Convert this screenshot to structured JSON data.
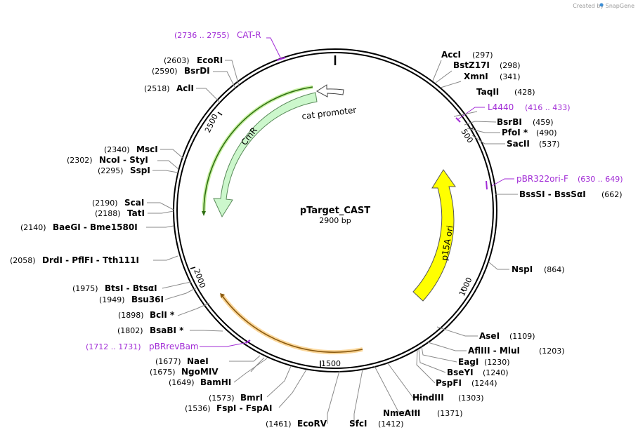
{
  "credit": "Created by SnapGene",
  "plasmid": {
    "name": "pTarget_CAST",
    "size": "2900 bp"
  },
  "ticks": [
    "500",
    "1000",
    "1500",
    "2000",
    "2500"
  ],
  "features": {
    "cat_promoter": "cat promoter",
    "cmr": "CmR",
    "p15a": "p15A ori"
  },
  "labels": [
    {
      "pos": "(297)",
      "name": "AccI"
    },
    {
      "pos": "(298)",
      "name": "BstZ17I"
    },
    {
      "pos": "(341)",
      "name": "XmnI"
    },
    {
      "pos": "(428)",
      "name": "TaqII"
    },
    {
      "pos": "(459)",
      "name": "BsrBI"
    },
    {
      "pos": "(490)",
      "name": "PfoI *"
    },
    {
      "pos": "(537)",
      "name": "SacII"
    },
    {
      "pos": "(662)",
      "name": "BssSI  -  BssSαI"
    },
    {
      "pos": "(864)",
      "name": "NspI"
    },
    {
      "pos": "(1109)",
      "name": "AseI"
    },
    {
      "pos": "(1203)",
      "name": "AflIII  -  MluI"
    },
    {
      "pos": "(1230)",
      "name": "EagI"
    },
    {
      "pos": "(1240)",
      "name": "BseYI"
    },
    {
      "pos": "(1244)",
      "name": "PspFI"
    },
    {
      "pos": "(1303)",
      "name": "HindIII"
    },
    {
      "pos": "(1371)",
      "name": "NmeAIII"
    },
    {
      "pos": "(1412)",
      "name": "SfcI"
    },
    {
      "pos": "(1461)",
      "name": "EcoRV"
    },
    {
      "pos": "(1536)",
      "name": "FspI  -  FspAI"
    },
    {
      "pos": "(1573)",
      "name": "BmrI"
    },
    {
      "pos": "(1649)",
      "name": "BamHI"
    },
    {
      "pos": "(1675)",
      "name": "NgoMIV"
    },
    {
      "pos": "(1677)",
      "name": "NaeI"
    },
    {
      "pos": "(1802)",
      "name": "BsaBI *"
    },
    {
      "pos": "(1898)",
      "name": "BclI *"
    },
    {
      "pos": "(1949)",
      "name": "Bsu36I"
    },
    {
      "pos": "(1975)",
      "name": "BtsI  -  BtsαI"
    },
    {
      "pos": "(2058)",
      "name": "DrdI  -  PflFI  -  Tth111I"
    },
    {
      "pos": "(2140)",
      "name": "BaeGI  -  Bme1580I"
    },
    {
      "pos": "(2188)",
      "name": "TatI"
    },
    {
      "pos": "(2190)",
      "name": "ScaI"
    },
    {
      "pos": "(2295)",
      "name": "SspI"
    },
    {
      "pos": "(2302)",
      "name": "NcoI  -  StyI"
    },
    {
      "pos": "(2340)",
      "name": "MscI"
    },
    {
      "pos": "(2518)",
      "name": "AclI"
    },
    {
      "pos": "(2590)",
      "name": "BsrDI"
    },
    {
      "pos": "(2603)",
      "name": "EcoRI"
    }
  ],
  "primers": [
    {
      "pos": "(2736 .. 2755)",
      "name": "CAT-R"
    },
    {
      "pos": "(416 .. 433)",
      "name": "L4440"
    },
    {
      "pos": "(630 .. 649)",
      "name": "pBR322ori-F"
    },
    {
      "pos": "(1712 .. 1731)",
      "name": "pBRrevBam"
    }
  ],
  "colors": {
    "primer": "#a12bd6",
    "cmr_fill": "#ccf7cc",
    "cmr_stroke": "#5a8a5a",
    "p15a_fill": "#ffff00",
    "orange_feature": "#c98a2a",
    "green_feature": "#3d8f1e"
  }
}
